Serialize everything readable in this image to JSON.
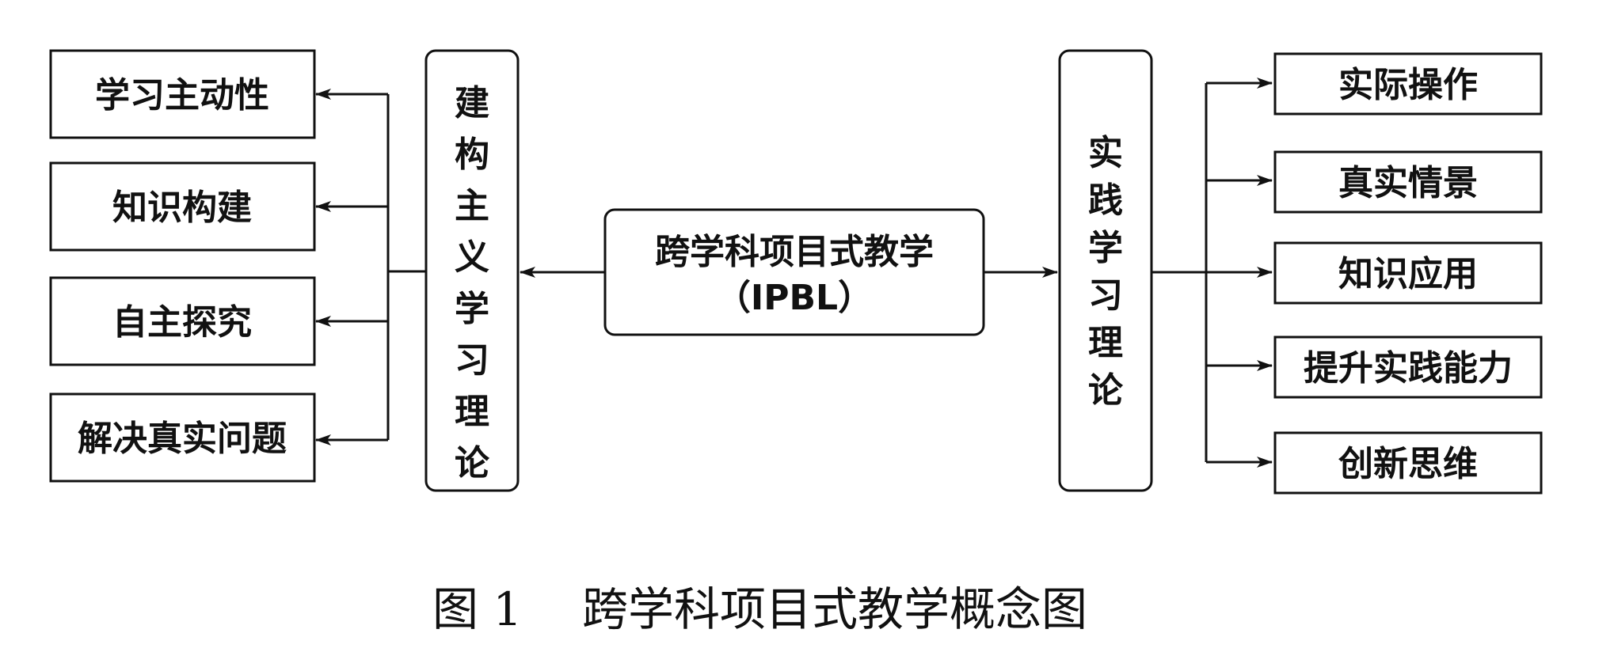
{
  "diagram": {
    "center": {
      "line1": "跨学科项目式教学",
      "line2": "（IPBL）"
    },
    "left_theory": {
      "chars": [
        "建",
        "构",
        "主",
        "义",
        "学",
        "习",
        "理",
        "论"
      ]
    },
    "right_theory": {
      "chars": [
        "实",
        "践",
        "学",
        "习",
        "理",
        "论"
      ]
    },
    "left_outputs": [
      "学习主动性",
      "知识构建",
      "自主探究",
      "解决真实问题"
    ],
    "right_outputs": [
      "实际操作",
      "真实情景",
      "知识应用",
      "提升实践能力",
      "创新思维"
    ]
  },
  "caption": {
    "label": "图 1",
    "title": "跨学科项目式教学概念图"
  }
}
